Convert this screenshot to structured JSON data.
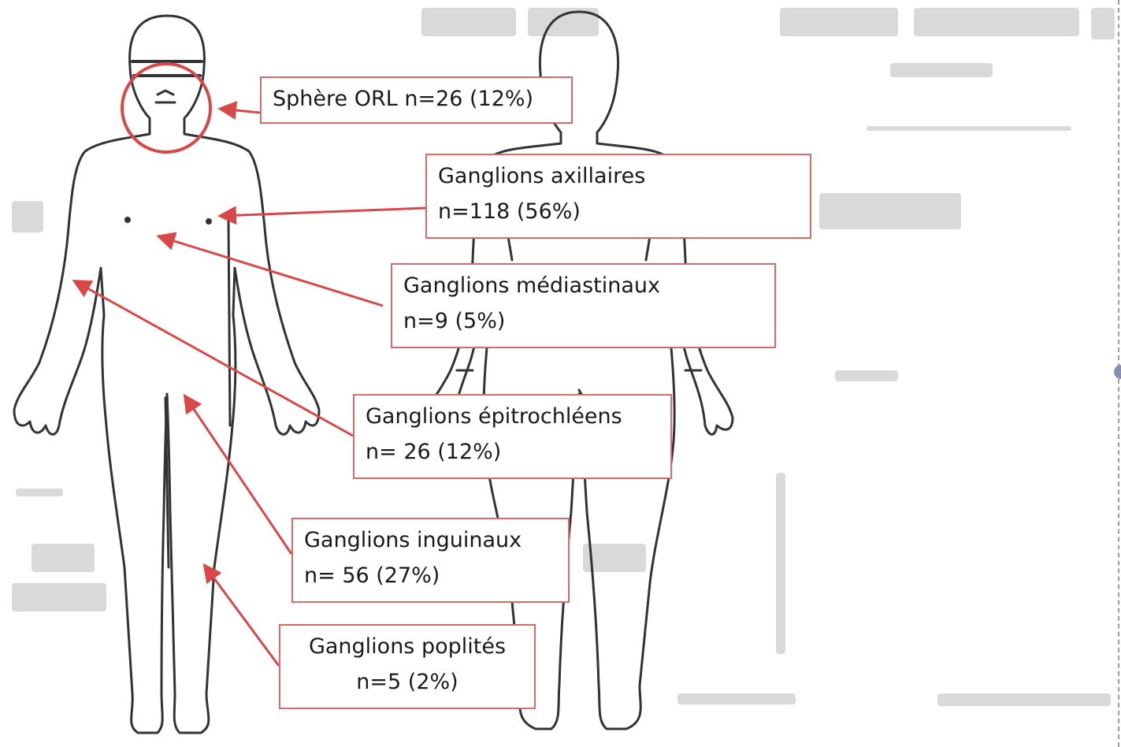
{
  "colors": {
    "accent": "#d86a6a",
    "outline": "#333333",
    "ghost": "#d4d4d4"
  },
  "callouts": [
    {
      "id": "orl",
      "text": "Sphère ORL n=26 (12%)"
    },
    {
      "id": "axillaires",
      "line1": "Ganglions axillaires",
      "line2": "n=118 (56%)"
    },
    {
      "id": "mediastinaux",
      "line1": "Ganglions médiastinaux",
      "line2": "n=9 (5%)"
    },
    {
      "id": "epitrochleens",
      "line1": "Ganglions épitrochléens",
      "line2": "n= 26 (12%)"
    },
    {
      "id": "inguinaux",
      "line1": "Ganglions inguinaux",
      "line2": "n= 56 (27%)"
    },
    {
      "id": "poplites",
      "line1": "Ganglions poplités",
      "line2": "n=5 (2%)"
    }
  ]
}
